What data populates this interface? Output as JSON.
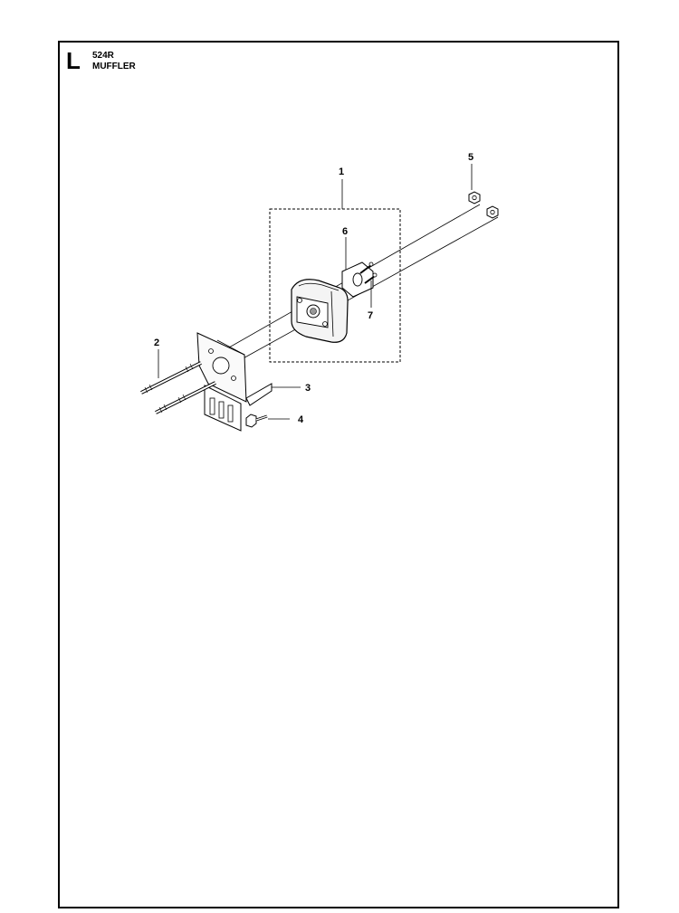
{
  "header": {
    "section_letter": "L",
    "model": "524R",
    "title": "MUFFLER"
  },
  "callouts": {
    "c1": "1",
    "c2": "2",
    "c3": "3",
    "c4": "4",
    "c5": "5",
    "c6": "6",
    "c7": "7"
  }
}
